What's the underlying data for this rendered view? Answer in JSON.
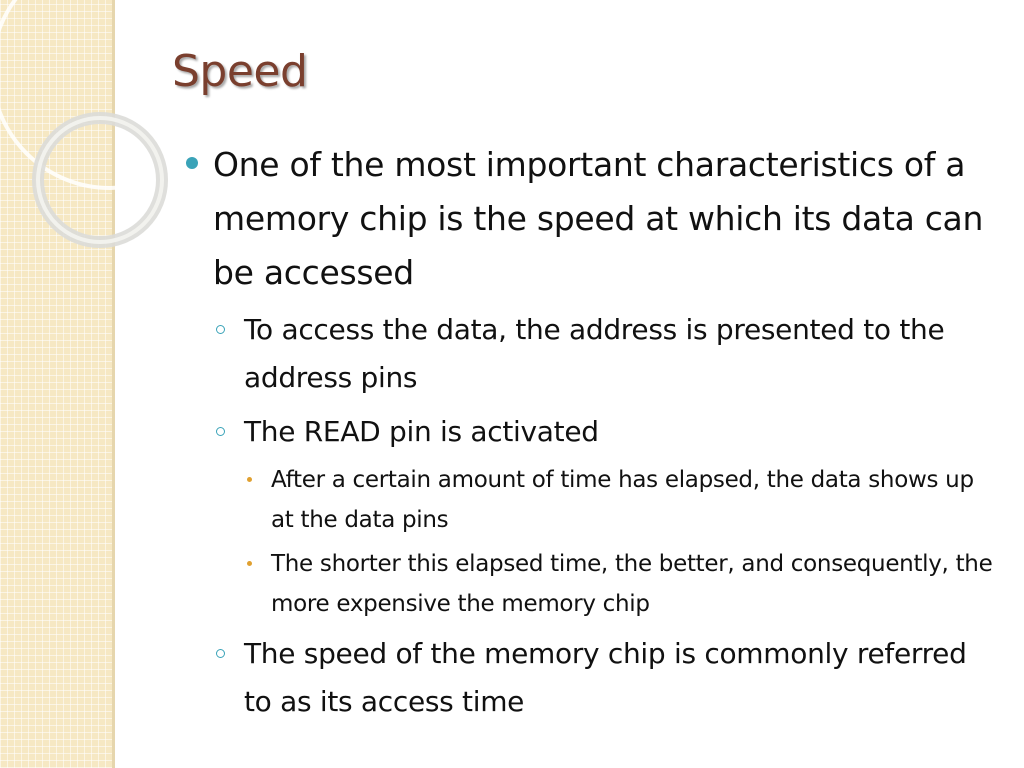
{
  "slide": {
    "title": "Speed",
    "bullets": [
      {
        "level": 1,
        "text": "One of the most important characteristics of a memory chip is the speed at which its data can be accessed"
      },
      {
        "level": 2,
        "text": "To access the data, the address is presented to the address pins"
      },
      {
        "level": 2,
        "text": "The READ pin is activated"
      },
      {
        "level": 3,
        "text": "After a certain amount of time has elapsed, the data shows up at the data pins"
      },
      {
        "level": 3,
        "text": "The shorter this elapsed time, the better, and consequently, the more expensive the memory chip"
      },
      {
        "level": 2,
        "text": "The speed of the memory chip is commonly referred to as its access time"
      }
    ]
  },
  "colors": {
    "title": "#7a3f2e",
    "text": "#111111",
    "bullet_primary": "#3aa3b8",
    "bullet_tertiary": "#e0a030",
    "sidebar": "#f6e8c3"
  }
}
